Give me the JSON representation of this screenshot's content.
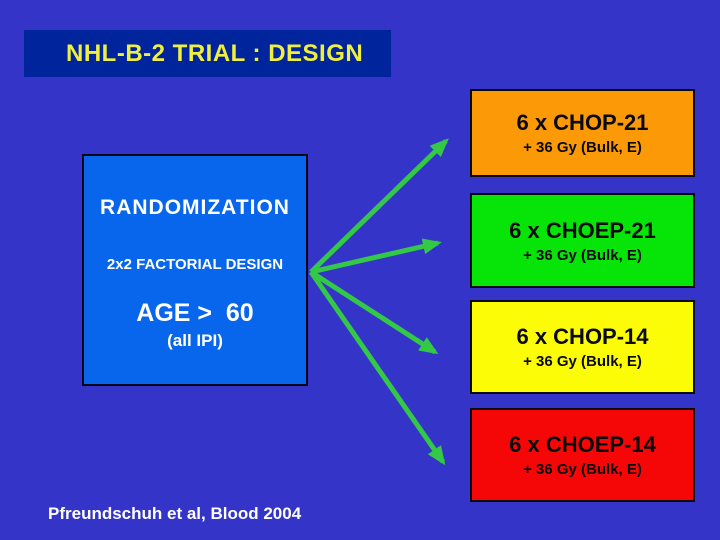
{
  "slide": {
    "title": "NHL-B-2 TRIAL : DESIGN",
    "citation": "Pfreundschuh et al, Blood 2004"
  },
  "randomization_box": {
    "line1": "RANDOMIZATION",
    "line2": "2x2 FACTORIAL DESIGN",
    "line3": "AGE >  60",
    "line4": "(all IPI)"
  },
  "arms": [
    {
      "name": "6 x CHOP-21",
      "detail": "+ 36 Gy (Bulk, E)",
      "color": "#FB9907"
    },
    {
      "name": "6 x CHOEP-21",
      "detail": "+ 36 Gy (Bulk, E)",
      "color": "#07E407"
    },
    {
      "name": "6 x CHOP-14",
      "detail": "+ 36 Gy (Bulk, E)",
      "color": "#FCFC07"
    },
    {
      "name": "6 x CHOEP-14",
      "detail": "+ 36 Gy (Bulk, E)",
      "color": "#F50707"
    }
  ],
  "colors": {
    "background": "#3434C8",
    "title_bar": "#00249C",
    "title_text": "#EFEF3E",
    "randomization_fill": "#0866EC",
    "arrow": "#33C846"
  }
}
